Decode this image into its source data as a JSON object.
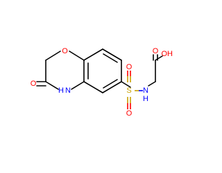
{
  "molecule": {
    "atoms": {
      "ring_oxygen": "O",
      "carbonyl_oxygen": "O",
      "ring_nitrogen": "N",
      "ring_nitrogen_h": "H",
      "sulfur": "S",
      "sulfonyl_oxygen_top": "O",
      "sulfonyl_oxygen_bottom": "O",
      "sulfonamide_nitrogen": "N",
      "sulfonamide_nitrogen_h": "H",
      "acid_carbonyl_oxygen": "O",
      "acid_hydroxyl": "OH"
    },
    "colors": {
      "oxygen": "#ff0000",
      "nitrogen": "#0000ff",
      "sulfur": "#c8a000",
      "bond": "#000000"
    }
  }
}
